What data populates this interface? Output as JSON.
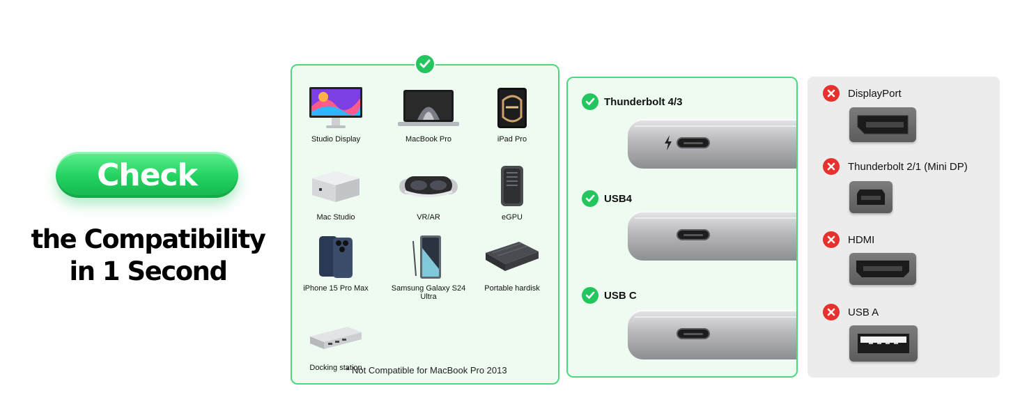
{
  "hero": {
    "badge": "Check",
    "line1": "the Compatibility",
    "line2": "in 1 Second"
  },
  "devices": {
    "items": [
      {
        "label": "Studio Display",
        "icon": "studio-display-icon"
      },
      {
        "label": "MacBook Pro",
        "icon": "macbook-pro-icon"
      },
      {
        "label": "iPad Pro",
        "icon": "ipad-pro-icon"
      },
      {
        "label": "Mac Studio",
        "icon": "mac-studio-icon"
      },
      {
        "label": "VR/AR",
        "icon": "vr-headset-icon"
      },
      {
        "label": "eGPU",
        "icon": "egpu-icon"
      },
      {
        "label": "iPhone 15 Pro Max",
        "icon": "iphone-icon"
      },
      {
        "label": "Samsung Galaxy S24 Ultra",
        "icon": "samsung-phone-icon"
      },
      {
        "label": "Portable hardisk",
        "icon": "hard-disk-icon"
      },
      {
        "label": "Docking station",
        "icon": "docking-station-icon"
      }
    ],
    "footnote": "* Not Compatible for MacBook Pro 2013"
  },
  "supported": {
    "items": [
      {
        "label": "Thunderbolt 4/3",
        "icon": "check-icon"
      },
      {
        "label": "USB4",
        "icon": "check-icon"
      },
      {
        "label": "USB C",
        "icon": "check-icon"
      }
    ]
  },
  "not_supported": {
    "items": [
      {
        "label": "DisplayPort",
        "icon": "cross-icon"
      },
      {
        "label": "Thunderbolt 2/1 (Mini DP)",
        "icon": "cross-icon"
      },
      {
        "label": "HDMI",
        "icon": "cross-icon"
      },
      {
        "label": "USB A",
        "icon": "cross-icon"
      }
    ]
  },
  "colors": {
    "green": "#22c55e",
    "red": "#e6312e",
    "panel_green": "#eefbf1",
    "panel_gray": "#ececec"
  }
}
